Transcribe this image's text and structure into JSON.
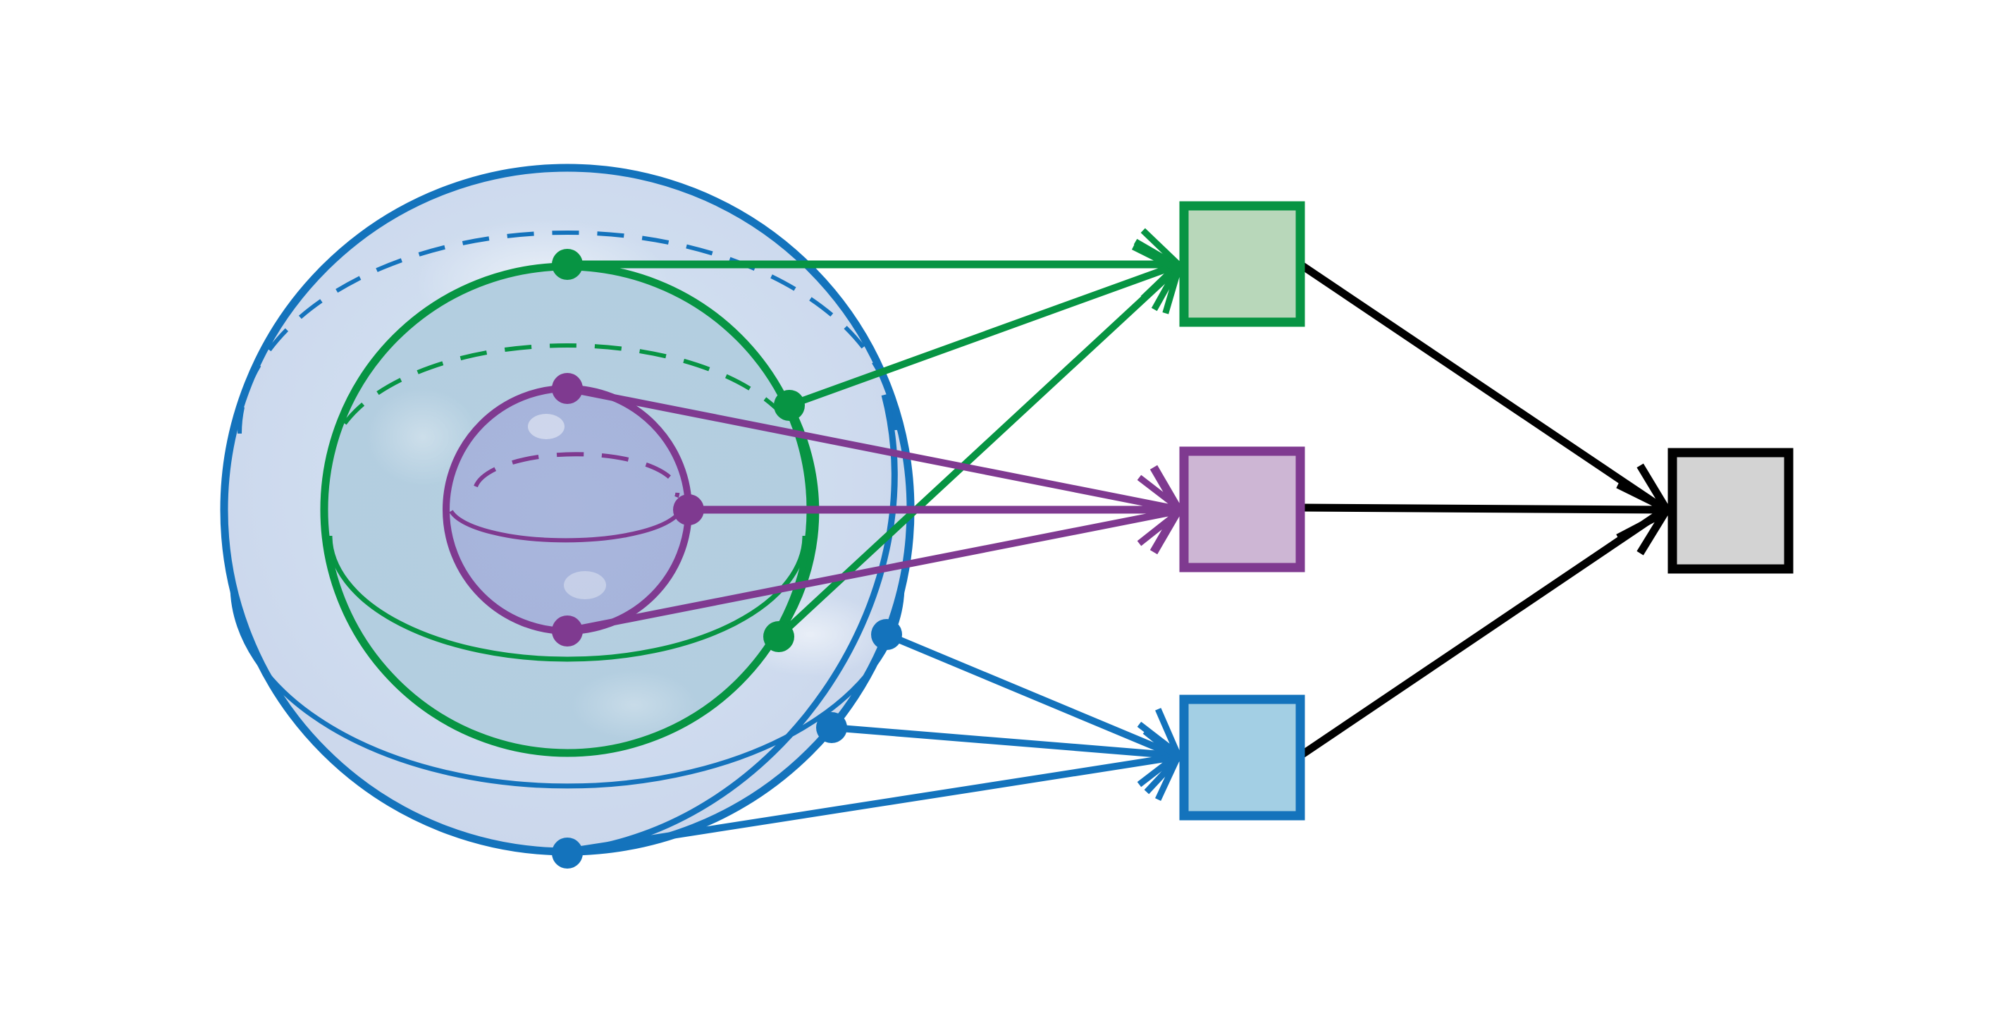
{
  "colors": {
    "blue": "#1473bc",
    "green": "#079443",
    "purple": "#7f3a90",
    "black": "#000000",
    "green_fill": "#b8d7ba",
    "purple_fill": "#cdb6d4",
    "blue_fill": "#a3cfe4",
    "gray_fill": "#d3d3d3",
    "sphere_fill": "#cfdaec"
  },
  "spheres": [
    {
      "id": "outer",
      "color": "blue"
    },
    {
      "id": "middle",
      "color": "green"
    },
    {
      "id": "inner",
      "color": "purple"
    }
  ],
  "boxes": [
    {
      "id": "green",
      "color": "green"
    },
    {
      "id": "purple",
      "color": "purple"
    },
    {
      "id": "blue",
      "color": "blue"
    },
    {
      "id": "output",
      "color": "black"
    }
  ]
}
